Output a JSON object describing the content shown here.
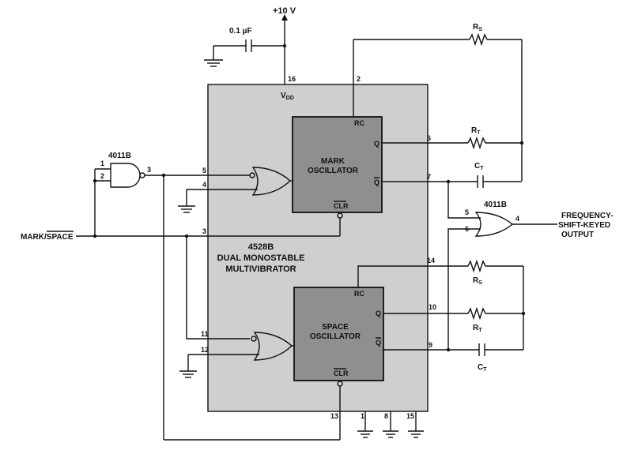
{
  "supply": {
    "label": "+10 V"
  },
  "cap_decoupling": {
    "label": "0.1 µF"
  },
  "ic_main": {
    "vdd_label": "V",
    "vdd_sub": "DD",
    "name": "4528B",
    "desc1": "DUAL MONOSTABLE",
    "desc2": "MULTIVIBRATOR"
  },
  "mark_osc": {
    "line1": "MARK",
    "line2": "OSCILLATOR",
    "rc": "RC",
    "q": "Q",
    "qbar": "Q",
    "clr": "CLR"
  },
  "space_osc": {
    "line1": "SPACE",
    "line2": "OSCILLATOR",
    "rc": "RC",
    "q": "Q",
    "qbar": "Q",
    "clr": "CLR"
  },
  "gate_in": {
    "label": "4011B"
  },
  "gate_out": {
    "label": "4011B"
  },
  "input": {
    "label_a": "MARK/",
    "label_b": "SPACE"
  },
  "output": {
    "line1": "FREQUENCY-",
    "line2": "SHIFT-KEYED",
    "line3": "OUTPUT"
  },
  "components": {
    "rs_top": "R",
    "rs_top_sub": "S",
    "rt_top": "R",
    "rt_top_sub": "T",
    "ct_top": "C",
    "ct_top_sub": "T",
    "rs_bot": "R",
    "rs_bot_sub": "S",
    "rt_bot": "R",
    "rt_bot_sub": "T",
    "ct_bot": "C",
    "ct_bot_sub": "T"
  },
  "pins": {
    "p16": "16",
    "p2": "2",
    "p6": "6",
    "p7": "7",
    "p5": "5",
    "p4": "4",
    "p3": "3",
    "p14": "14",
    "p10": "10",
    "p9": "9",
    "p11": "11",
    "p12": "12",
    "p13": "13",
    "p1": "1",
    "p8": "8",
    "p15": "15",
    "g_in1": "1",
    "g_in2": "2",
    "g_in3": "3",
    "g_out5": "5",
    "g_out6": "6",
    "g_out4": "4"
  },
  "colors": {
    "ic_fill": "#cfcfcf",
    "osc_fill": "#8f8f8f",
    "ink": "#111111"
  }
}
